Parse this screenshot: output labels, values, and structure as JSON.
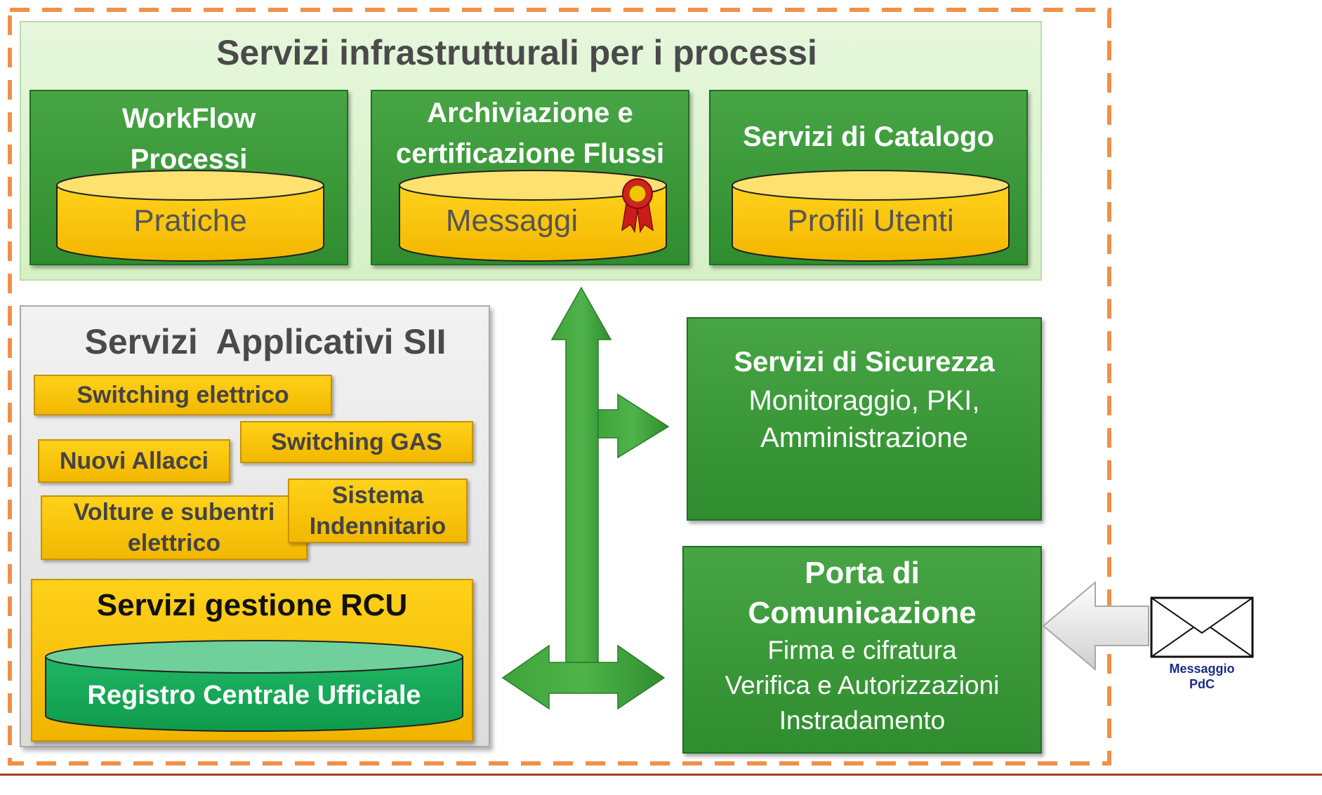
{
  "infrastructure": {
    "title": "Servizi infrastrutturali per i processi",
    "workflow": {
      "title_line1": "WorkFlow",
      "title_line2": "Processi",
      "db_label": "Pratiche"
    },
    "archiviazione": {
      "title_line1": "Archiviazione e",
      "title_line2": "certificazione Flussi",
      "db_label": "Messaggi"
    },
    "catalogo": {
      "title": "Servizi di Catalogo",
      "db_label": "Profili Utenti"
    }
  },
  "applicativi": {
    "title": "Servizi  Applicativi SII",
    "tags": {
      "switching_elettrico": "Switching elettrico",
      "switching_gas": "Switching GAS",
      "nuovi_allacci": "Nuovi Allacci",
      "volture_line1": "Volture e subentri",
      "volture_line2": "elettrico",
      "sistema_line1": "Sistema",
      "sistema_line2": "Indennitario"
    },
    "rcu": {
      "title": "Servizi gestione RCU",
      "db_label": "Registro Centrale Ufficiale"
    }
  },
  "sicurezza": {
    "title": "Servizi di Sicurezza",
    "line1": "Monitoraggio,  PKI,",
    "line2": "Amministrazione"
  },
  "porta": {
    "title_line1": "Porta di",
    "title_line2": "Comunicazione",
    "line1": "Firma e cifratura",
    "line2": "Verifica e Autorizzazioni",
    "line3": "Instradamento"
  },
  "message": {
    "label_line1": "Messaggio",
    "label_line2": "PdC",
    "icon": "envelope-icon"
  },
  "colors": {
    "frame_dash": "#f0914a",
    "green": "#3c9a3a",
    "yellow": "#ffcc00",
    "rcu_db": "#22b86a",
    "bottom_rule": "#9b3b1e"
  }
}
